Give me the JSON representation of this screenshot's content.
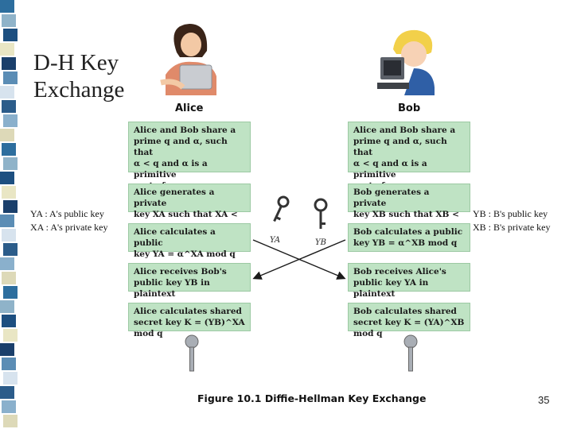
{
  "slide": {
    "title_line1": "D-H Key",
    "title_line2": "Exchange",
    "page_number": "35"
  },
  "stripe_colors": [
    "#2d6e9e",
    "#8fb3c9",
    "#1d4f80",
    "#e9e6c4",
    "#1a3f6b",
    "#5b8db5",
    "#d7e3ee",
    "#2b5c8a",
    "#8ab0cc",
    "#ddd9b8"
  ],
  "figure": {
    "alice_label": "Alice",
    "bob_label": "Bob",
    "caption": "Figure 10.1  Diffie-Hellman Key Exchange",
    "alice_steps": [
      "Alice and Bob share a\nprime q and α, such that\nα < q and α is a primitive\nroot of q",
      "Alice generates a private\nkey XA such that XA < q",
      "Alice calculates a public\nkey YA = α^XA mod q",
      "Alice receives Bob's\npublic key YB in plaintext",
      "Alice calculates shared\nsecret key K = (YB)^XA mod q"
    ],
    "bob_steps": [
      "Alice and Bob share a\nprime q and α, such that\nα < q and α is a primitive\nroot of q",
      "Bob generates a private\nkey XB such that XB < q",
      "Bob calculates a public\nkey YB = α^XB mod q",
      "Bob receives Alice's\npublic key YA in plaintext",
      "Bob calculates shared\nsecret key K = (YA)^XB mod q"
    ],
    "key_label_a": "YA",
    "key_label_b": "YB"
  },
  "annotations": {
    "alice_note": "YA : A's public key\nXA : A's private key",
    "bob_note": "YB : B's public key\nXB : B's private key"
  }
}
